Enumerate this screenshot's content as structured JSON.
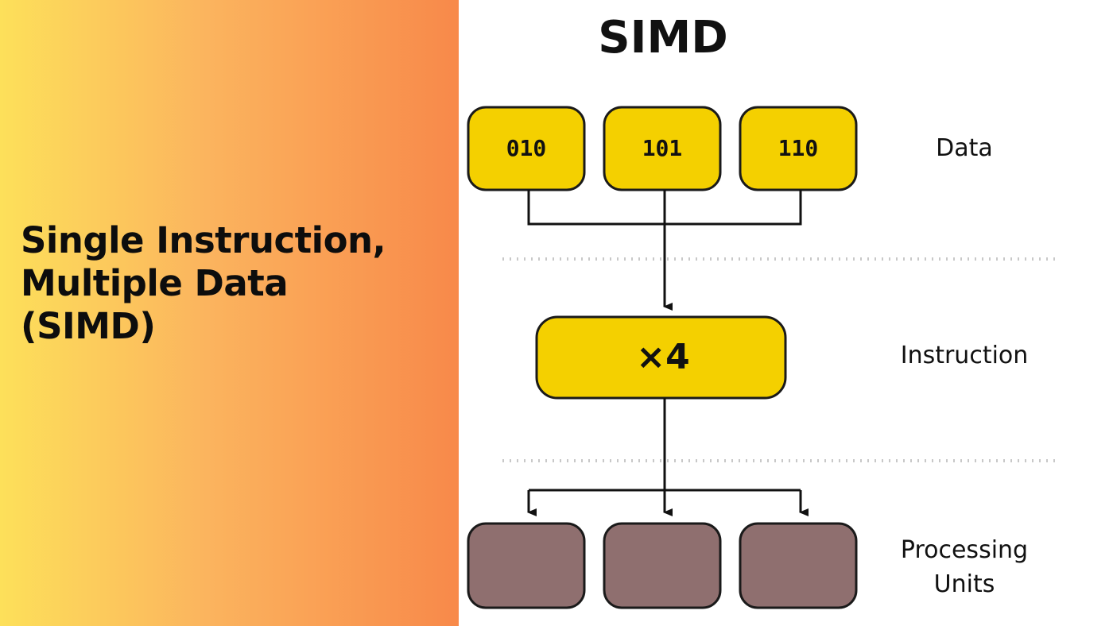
{
  "headline": {
    "lines": [
      "Single Instruction,",
      "Multiple Data",
      "(SIMD)"
    ]
  },
  "diagram": {
    "title": "SIMD",
    "data_items": [
      "010",
      "101",
      "110"
    ],
    "instruction_label": "×4",
    "row_labels": {
      "data": "Data",
      "instruction": "Instruction",
      "processing_line1": "Processing",
      "processing_line2": "Units"
    },
    "colors": {
      "box_yellow": "#f4d000",
      "processing_unit": "#8f6f6f",
      "outline": "#1a1a1a",
      "separator": "#c8c8c8",
      "gradient_start": "#fde05a",
      "gradient_end": "#f8894a"
    }
  }
}
